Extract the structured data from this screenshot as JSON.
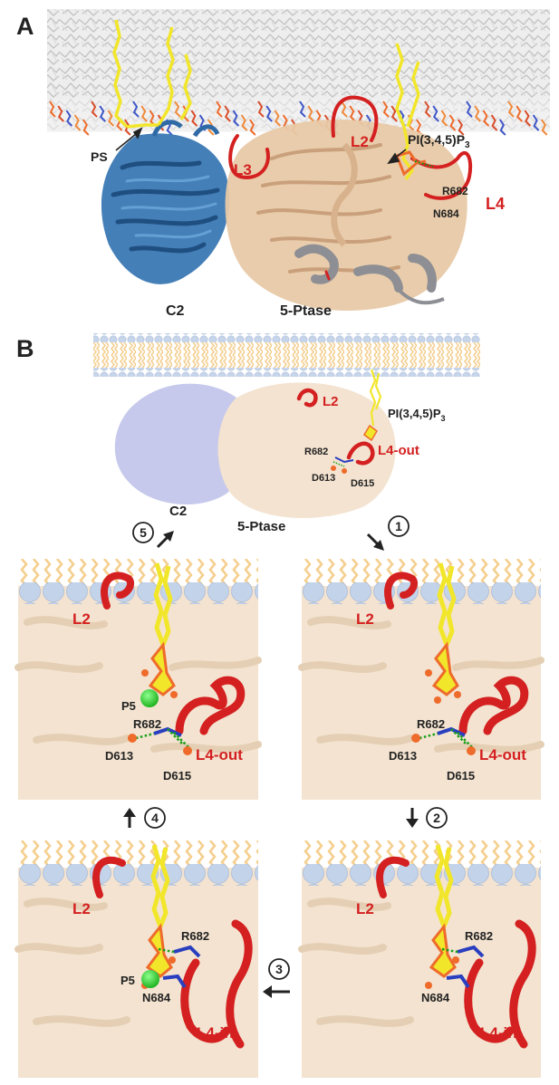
{
  "panel_a": {
    "letter": "A",
    "labels": {
      "ps": "PS",
      "l3": "L3",
      "l2": "L2",
      "pip3_main": "PI(3,4,5)P",
      "pip3_sub": "3",
      "r682": "R682",
      "n684": "N684",
      "l4": "L4",
      "c2": "C2",
      "ptase": "5-Ptase"
    }
  },
  "panel_b": {
    "letter": "B",
    "overview": {
      "l2": "L2",
      "pip3_main": "PI(3,4,5)P",
      "pip3_sub": "3",
      "r682": "R682",
      "l4out": "L4-out",
      "d613": "D613",
      "d615": "D615",
      "c2": "C2",
      "ptase": "5-Ptase"
    },
    "steps": [
      "1",
      "2",
      "3",
      "4",
      "5"
    ],
    "panels": {
      "top_left": {
        "l2": "L2",
        "p5": "P5",
        "r682": "R682",
        "d613": "D613",
        "d615": "D615",
        "loop": "L4-out"
      },
      "top_right": {
        "l2": "L2",
        "r682": "R682",
        "d613": "D613",
        "d615": "D615",
        "loop": "L4-out"
      },
      "bottom_left": {
        "l2": "L2",
        "r682": "R682",
        "p5": "P5",
        "n684": "N684",
        "loop": "L4-in"
      },
      "bottom_right": {
        "l2": "L2",
        "r682": "R682",
        "n684": "N684",
        "loop": "L4-in"
      }
    }
  },
  "colors": {
    "loop_red": "#d42020",
    "c2_blue": "#2f6aa6",
    "ptase_tan": "#e8c9a6",
    "surface_tan": "#f3e3d0",
    "lipid_yellow": "#f2e62a",
    "phosphate_orange": "#ee6b2b",
    "membrane_head": "#c6d5ea",
    "membrane_tail": "#f7d9a6",
    "mg_green": "#2fd62f",
    "hbond_green": "#18a018",
    "helix_gray": "#8d8f94",
    "c2_surface_lavender": "#b8bce6"
  }
}
